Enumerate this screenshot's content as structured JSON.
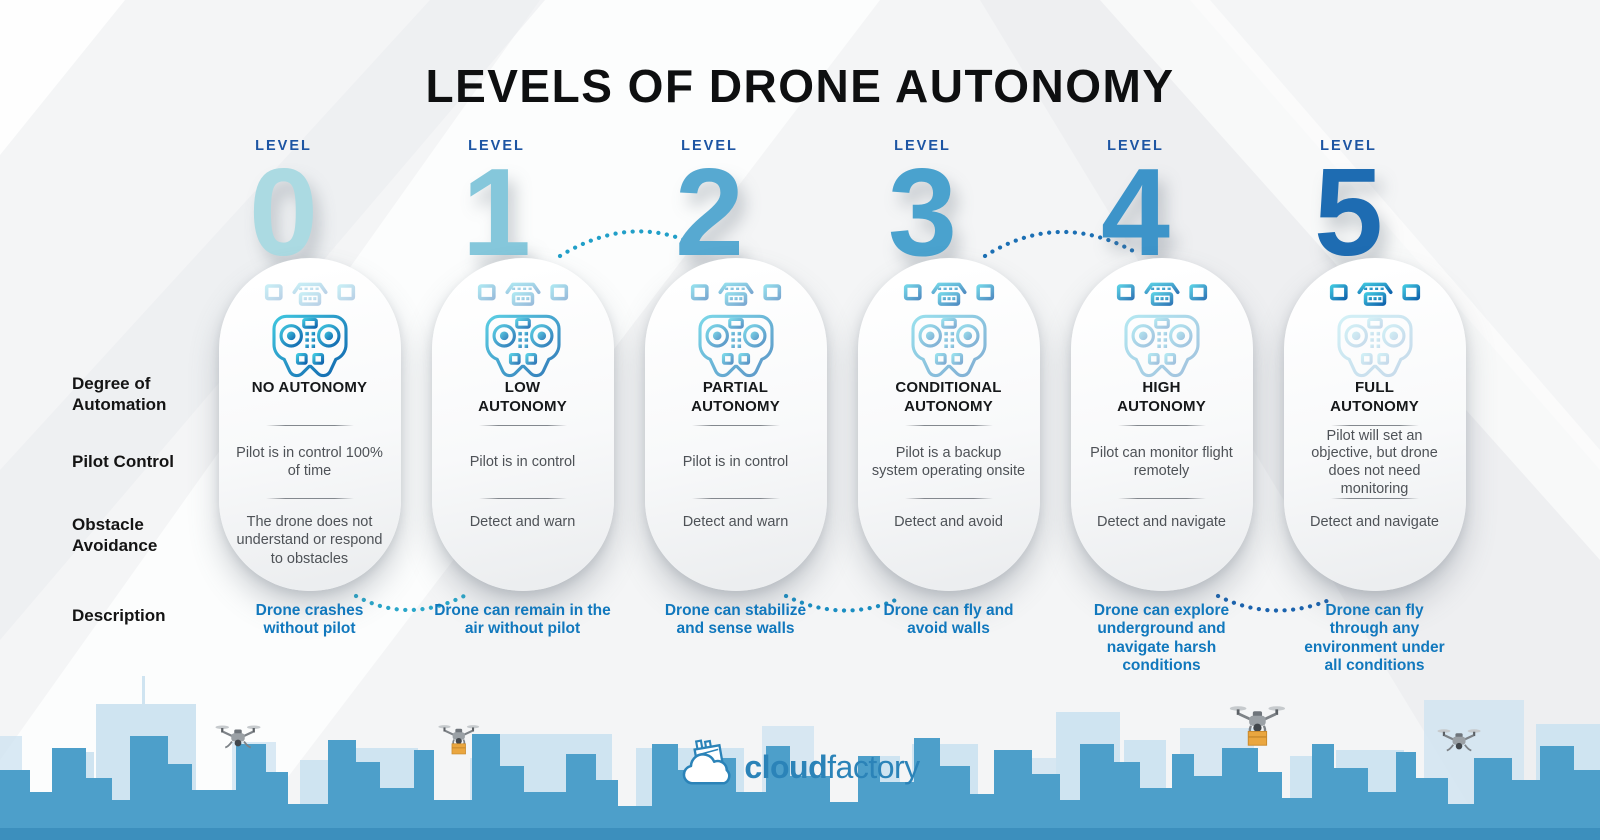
{
  "title": "LEVELS OF DRONE AUTONOMY",
  "row_labels": [
    "Degree of Automation",
    "Pilot Control",
    "Obstacle Avoidance",
    "Description"
  ],
  "card_icons": [
    "drone-icon",
    "remote-controller-icon"
  ],
  "levels": [
    {
      "level_label": "LEVEL",
      "number": "0",
      "number_color": "#abdae2",
      "title": "NO AUTONOMY",
      "pilot_control": "Pilot is in control 100% of time",
      "obstacle_avoidance": "The drone does not understand or respond to obstacles",
      "description": "Drone crashes without pilot"
    },
    {
      "level_label": "LEVEL",
      "number": "1",
      "number_color": "#85c7db",
      "title": "LOW AUTONOMY",
      "pilot_control": "Pilot is in control",
      "obstacle_avoidance": "Detect and warn",
      "description": "Drone can remain in the air without pilot"
    },
    {
      "level_label": "LEVEL",
      "number": "2",
      "number_color": "#57a9d1",
      "title": "PARTIAL AUTONOMY",
      "pilot_control": "Pilot is in control",
      "obstacle_avoidance": "Detect and warn",
      "description": "Drone can stabilize and sense walls"
    },
    {
      "level_label": "LEVEL",
      "number": "3",
      "number_color": "#4aa2ce",
      "title": "CONDITIONAL AUTONOMY",
      "pilot_control": "Pilot is a backup system operating onsite",
      "obstacle_avoidance": "Detect and avoid",
      "description": "Drone can fly and avoid walls"
    },
    {
      "level_label": "LEVEL",
      "number": "4",
      "number_color": "#3d94c9",
      "title": "HIGH AUTONOMY",
      "pilot_control": "Pilot can monitor flight remotely",
      "obstacle_avoidance": "Detect and navigate",
      "description": "Drone can explore underground and navigate harsh conditions"
    },
    {
      "level_label": "LEVEL",
      "number": "5",
      "number_color": "#1e6cb2",
      "title": "FULL AUTONOMY",
      "pilot_control": "Pilot will set an objective, but drone does not need monitoring",
      "obstacle_avoidance": "Detect and navigate",
      "description": "Drone can fly through any environment under all conditions"
    }
  ],
  "logo": {
    "text_bold": "cloud",
    "text_light": "factory"
  },
  "colors": {
    "level_label_blue": "#1d55a3",
    "description_blue": "#1178bd",
    "brand_blue": "#2b83b8",
    "skyline_front": "#4d9fca",
    "skyline_back": "#cfe4f1",
    "icon_gradient_start": "#3fc6df",
    "icon_gradient_end": "#1064ad"
  }
}
